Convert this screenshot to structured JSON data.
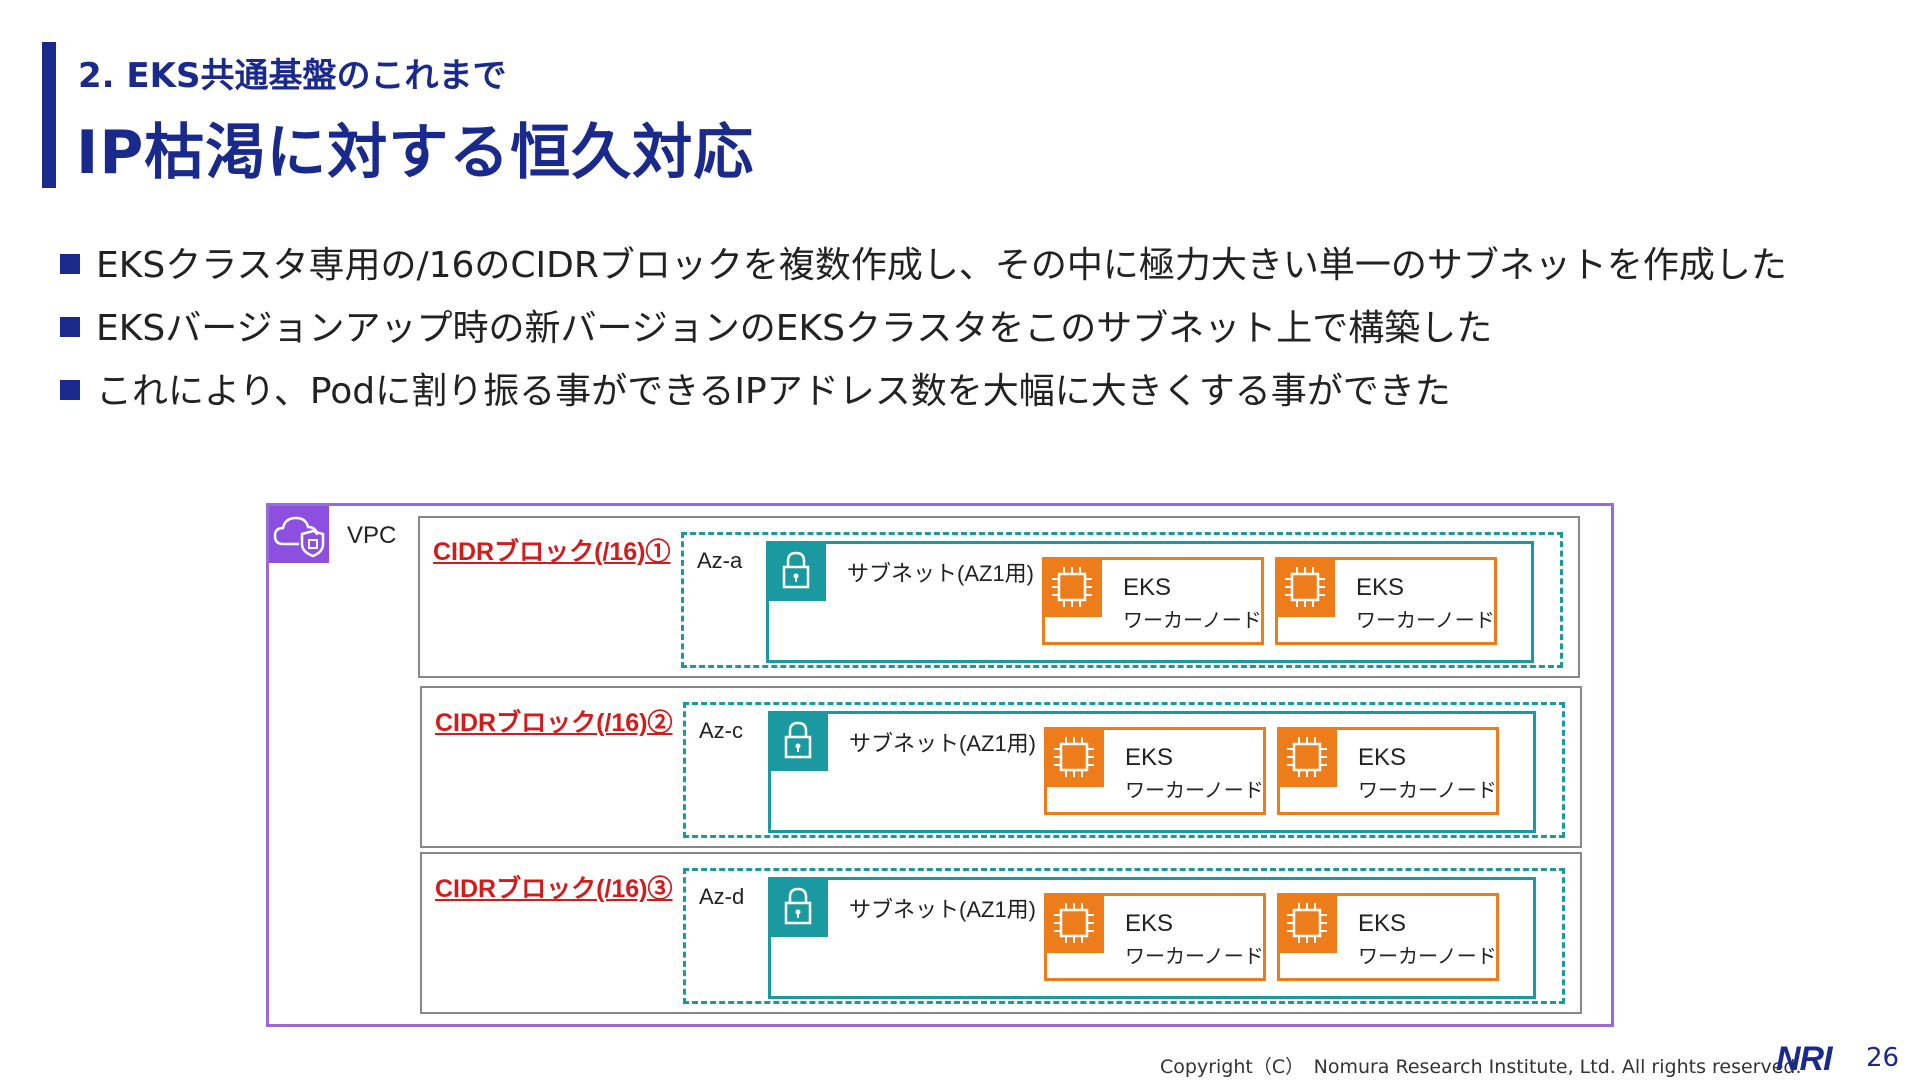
{
  "header": {
    "subtitle": "2. EKS共通基盤のこれまで",
    "title": "IP枯渇に対する恒久対応"
  },
  "bullets": [
    "EKSクラスタ専用の/16のCIDRブロックを複数作成し、その中に極力大きい単一のサブネットを作成した",
    "EKSバージョンアップ時の新バージョンのEKSクラスタをこのサブネット上で構築した",
    "これにより、Podに割り振る事ができるIPアドレス数を大幅に大きくする事ができた"
  ],
  "diagram": {
    "vpc_label": "VPC",
    "blocks": [
      {
        "cidr_label": "CIDRブロック(/16)①",
        "az_label": "Az-a",
        "subnet_label": "サブネット(AZ1用)",
        "nodes": [
          {
            "title": "EKS",
            "subtitle": "ワーカーノード"
          },
          {
            "title": "EKS",
            "subtitle": "ワーカーノード"
          }
        ]
      },
      {
        "cidr_label": "CIDRブロック(/16)②",
        "az_label": "Az-c",
        "subnet_label": "サブネット(AZ1用)",
        "nodes": [
          {
            "title": "EKS",
            "subtitle": "ワーカーノード"
          },
          {
            "title": "EKS",
            "subtitle": "ワーカーノード"
          }
        ]
      },
      {
        "cidr_label": "CIDRブロック(/16)③",
        "az_label": "Az-d",
        "subnet_label": "サブネット(AZ1用)",
        "nodes": [
          {
            "title": "EKS",
            "subtitle": "ワーカーノード"
          },
          {
            "title": "EKS",
            "subtitle": "ワーカーノード"
          }
        ]
      }
    ],
    "colors": {
      "vpc": "#9a6bd8",
      "cidr_label": "#d21c1c",
      "subnet": "#1a9aa0",
      "node": "#ed7d1a"
    },
    "icons": {
      "vpc": "vpc-cloud-shield-icon",
      "subnet": "lock-icon",
      "node": "ec2-chip-icon"
    }
  },
  "footer": {
    "copyright": "Copyright（C）　Nomura Research Institute, Ltd. All rights reserved.",
    "logo": "NRI",
    "page_number": "26"
  }
}
